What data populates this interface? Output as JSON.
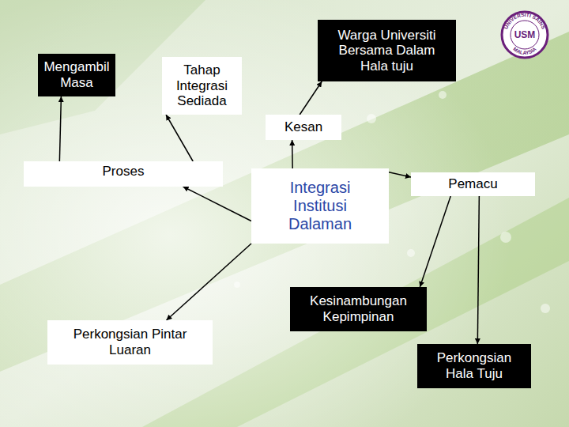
{
  "diagram": {
    "nodes": [
      {
        "text": [
          "Mengambil Masa"
        ]
      },
      {
        "text": [
          "Tahap Integrasi Sediada"
        ]
      },
      {
        "text": [
          "Warga Universiti Bersama Dalam Hala tuju"
        ]
      },
      {
        "text": [
          "Kesan"
        ]
      },
      {
        "text": [
          "Proses"
        ]
      },
      {
        "text": [
          "Integrasi Institusi Dalaman"
        ]
      },
      {
        "text": [
          "Pemacu"
        ]
      },
      {
        "text": [
          "Perkongsian Pintar Luaran"
        ]
      },
      {
        "text": [
          "Kesinambungan Kepimpinan"
        ]
      },
      {
        "text": [
          "Perkongsian Hala Tuju"
        ]
      }
    ],
    "edges": [
      {
        "from": 4,
        "to": 0,
        "arrow": "to"
      },
      {
        "from": 4,
        "to": 1,
        "arrow": "to"
      },
      {
        "from": 5,
        "to": 4,
        "arrow": "to"
      },
      {
        "from": 5,
        "to": 3,
        "arrow": "to"
      },
      {
        "from": 3,
        "to": 2,
        "arrow": "to"
      },
      {
        "from": 5,
        "to": 6,
        "arrow": "to"
      },
      {
        "from": 6,
        "to": 8,
        "arrow": "to"
      },
      {
        "from": 6,
        "to": 9,
        "arrow": "to"
      },
      {
        "from": 5,
        "to": 7,
        "arrow": "to"
      }
    ],
    "labels": [
      "UNIVERSITI SAINS",
      "MALAYSIA",
      "USM"
    ]
  }
}
